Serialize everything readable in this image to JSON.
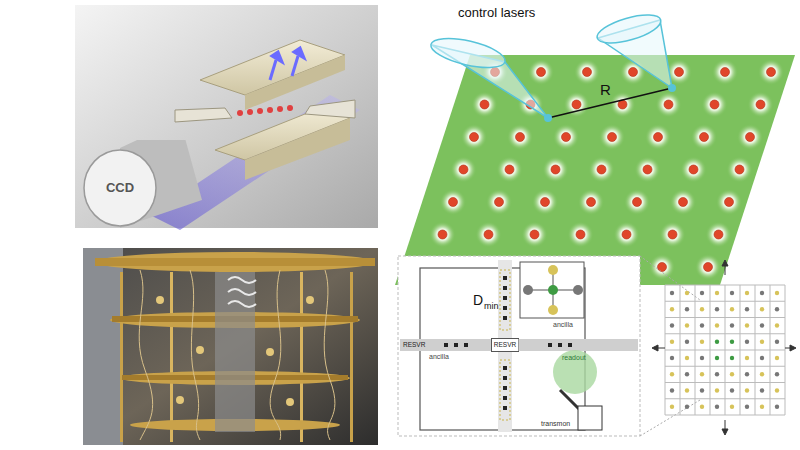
{
  "diagram": {
    "nodes": [
      {
        "text": [
          "CCD"
        ]
      },
      {
        "text": [
          "RESVR"
        ]
      }
    ],
    "labels": [
      "control lasers",
      "R",
      "D",
      "min",
      "ancilla",
      "RESVR",
      "ancilla",
      "readout",
      "transmon"
    ]
  }
}
